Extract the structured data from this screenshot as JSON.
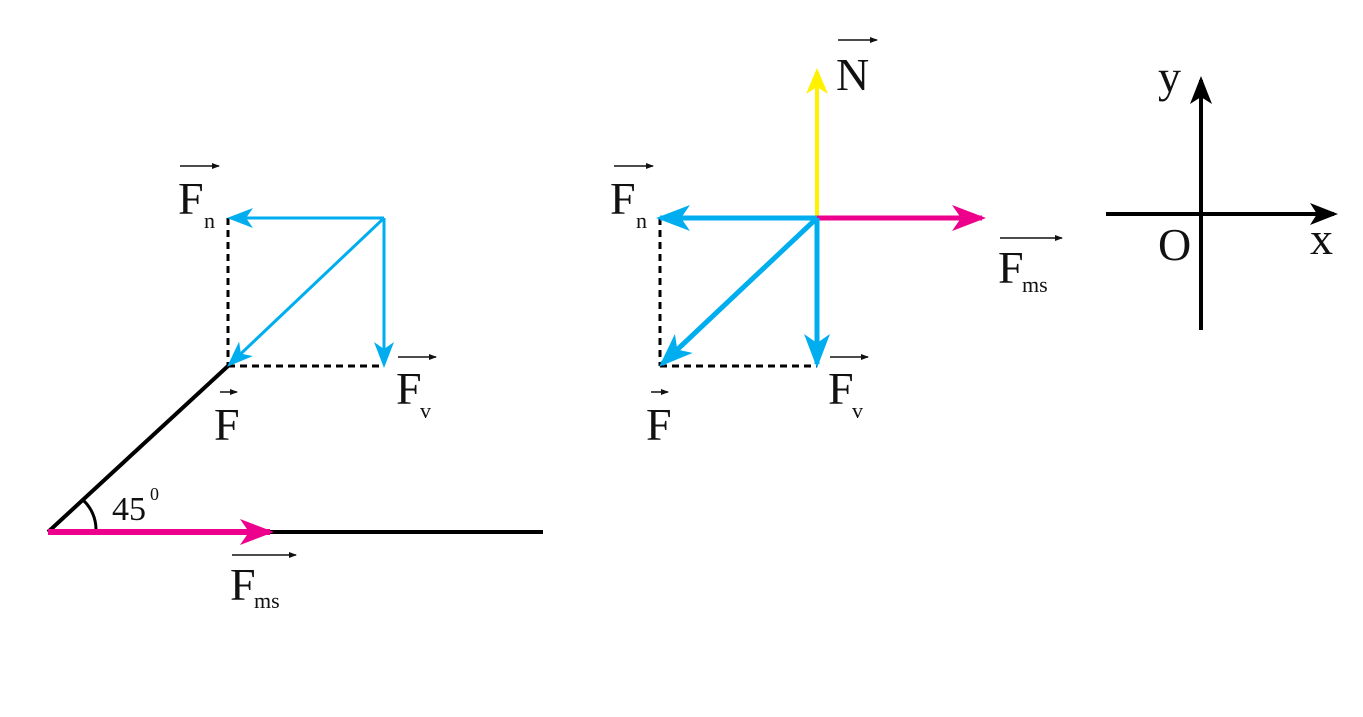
{
  "figure": {
    "left": {
      "force_parallel": {
        "symbol": "F",
        "subscript": "n"
      },
      "force_perpendicular": {
        "symbol": "F",
        "subscript": "v"
      },
      "force_applied": {
        "symbol": "F"
      },
      "friction": {
        "symbol": "F",
        "subscript": "ms"
      },
      "angle": {
        "value": "45",
        "unit_mark": "0"
      }
    },
    "middle": {
      "normal": {
        "symbol": "N"
      },
      "force_parallel": {
        "symbol": "F",
        "subscript": "n"
      },
      "force_perpendicular": {
        "symbol": "F",
        "subscript": "v"
      },
      "force_applied": {
        "symbol": "F"
      },
      "friction": {
        "symbol": "F",
        "subscript": "ms"
      }
    },
    "axes": {
      "x_label": "x",
      "y_label": "y",
      "origin_label": "O"
    }
  },
  "colors": {
    "cyan": "#00AEEF",
    "magenta": "#EC008C",
    "yellow": "#FFF200",
    "black": "#000000"
  }
}
